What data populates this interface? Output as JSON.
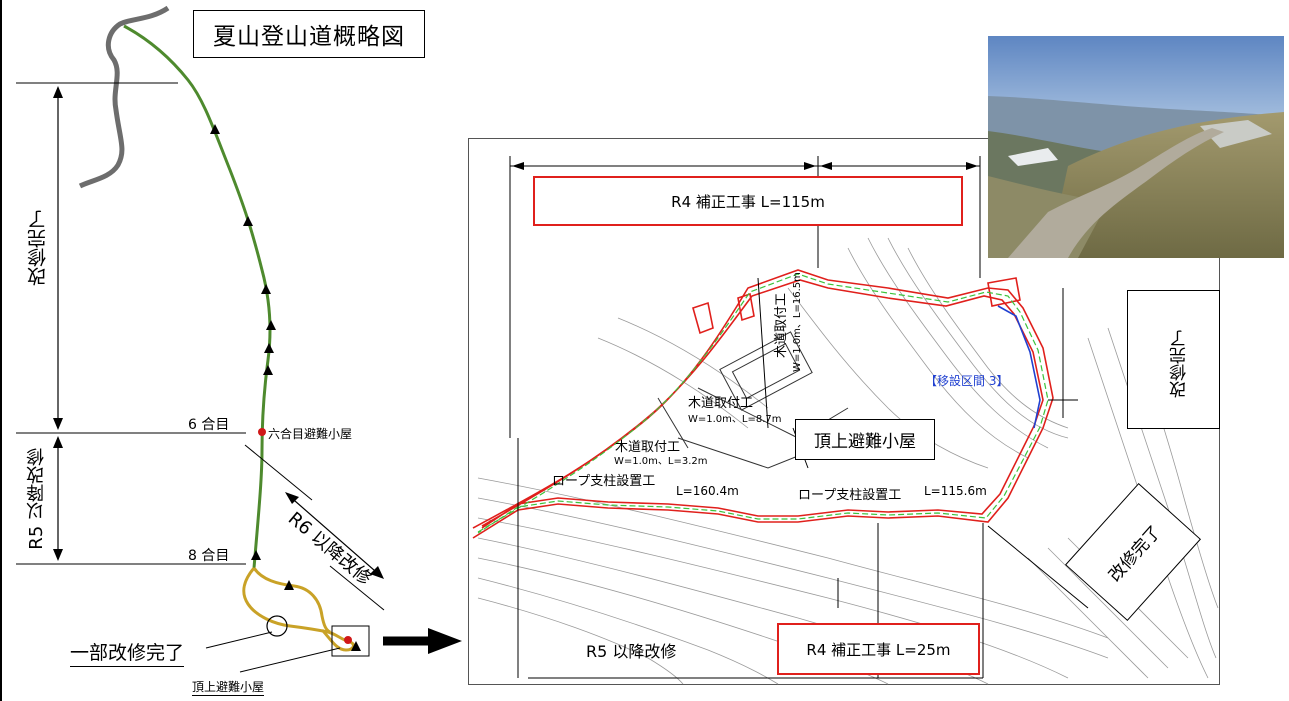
{
  "title": "夏山登山道概略図",
  "left": {
    "done_section_label": "改修完了",
    "r5_section_label": "R5 以降改修",
    "r6_section_label": "R6 以降改修",
    "station_6": "6 合目",
    "station_8": "8 合目",
    "hut_6": "六合目避難小屋",
    "partial_done": "一部改修完了",
    "summit_hut": "頂上避難小屋"
  },
  "plan": {
    "top_box": "R4 補正工事 L=115m",
    "bottom_box": "R4 補正工事 L=25m",
    "bottom_left_label": "R5 以降改修",
    "summit_hut_label": "頂上避難小屋",
    "relocation_section": "【移設区間 3】",
    "right_done_label": "改修完了",
    "lower_right_done_label": "改修完了",
    "wood_a": "木道取付工",
    "wood_a_dims": "W=1.0m、L=3.2m",
    "wood_b": "木道取付工",
    "wood_b_dims": "W=1.0m、L=8.7m",
    "wood_c": "木道取付工",
    "wood_c_dims": "W=1.0m、L=16.5m",
    "rope_left": "ロープ支柱設置工",
    "rope_left_len": "L=160.4m",
    "rope_right": "ロープ支柱設置工",
    "rope_right_len": "L=115.6m"
  },
  "colors": {
    "trail_done": "#4e8a2e",
    "trail_pending": "#c9a227",
    "road": "#6d6d6d",
    "plan_red": "#e0201c",
    "plan_green": "#3cc23c",
    "plan_blue": "#2040d0"
  }
}
